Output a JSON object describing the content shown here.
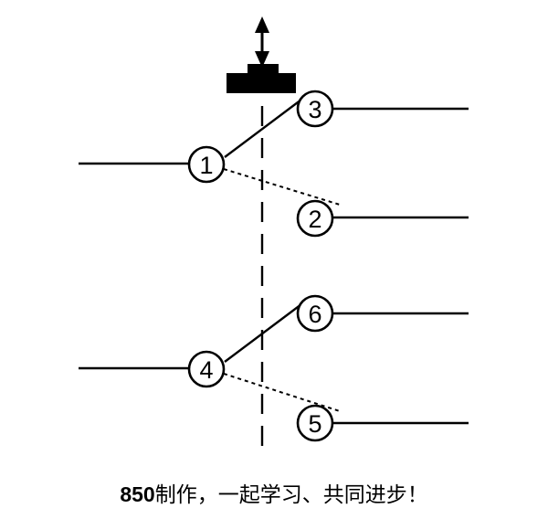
{
  "diagram": {
    "nodes": {
      "n1": "1",
      "n2": "2",
      "n3": "3",
      "n4": "4",
      "n5": "5",
      "n6": "6"
    },
    "actuator_icon": "double-arrow-icon",
    "line_color": "#000000",
    "background": "#ffffff"
  },
  "caption": {
    "number": "850",
    "text": "制作，一起学习、共同进步！"
  }
}
